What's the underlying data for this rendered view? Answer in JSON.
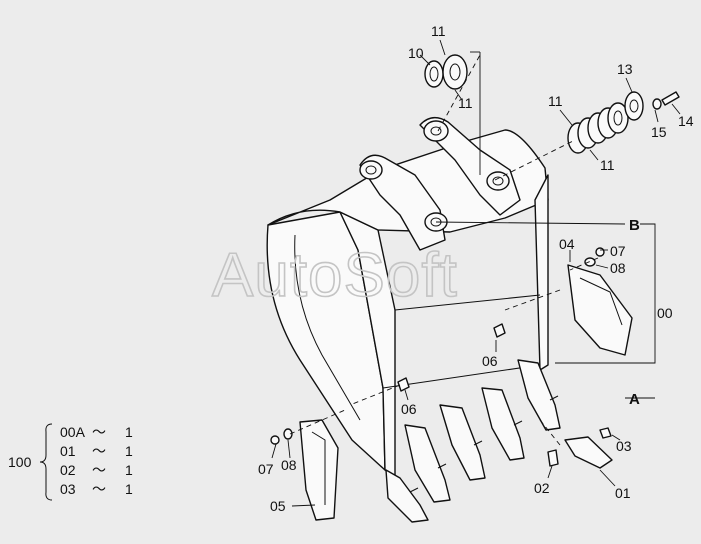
{
  "watermark": "AutoSoft",
  "callouts": {
    "c10": "10",
    "c11a": "11",
    "c11b": "11",
    "c11c": "11",
    "c11d": "11",
    "c13": "13",
    "c14": "14",
    "c15": "15",
    "cB": "B",
    "cA": "A",
    "c00": "00",
    "c04": "04",
    "c07a": "07",
    "c08a": "08",
    "c06a": "06",
    "c06b": "06",
    "c03": "03",
    "c02": "02",
    "c01": "01",
    "c07b": "07",
    "c08b": "08",
    "c05": "05"
  },
  "legend": {
    "group": "100",
    "rows": [
      {
        "code": "00A",
        "sep": "～",
        "qty": "1"
      },
      {
        "code": "01",
        "sep": "～",
        "qty": "1"
      },
      {
        "code": "02",
        "sep": "～",
        "qty": "1"
      },
      {
        "code": "03",
        "sep": "～",
        "qty": "1"
      }
    ]
  }
}
